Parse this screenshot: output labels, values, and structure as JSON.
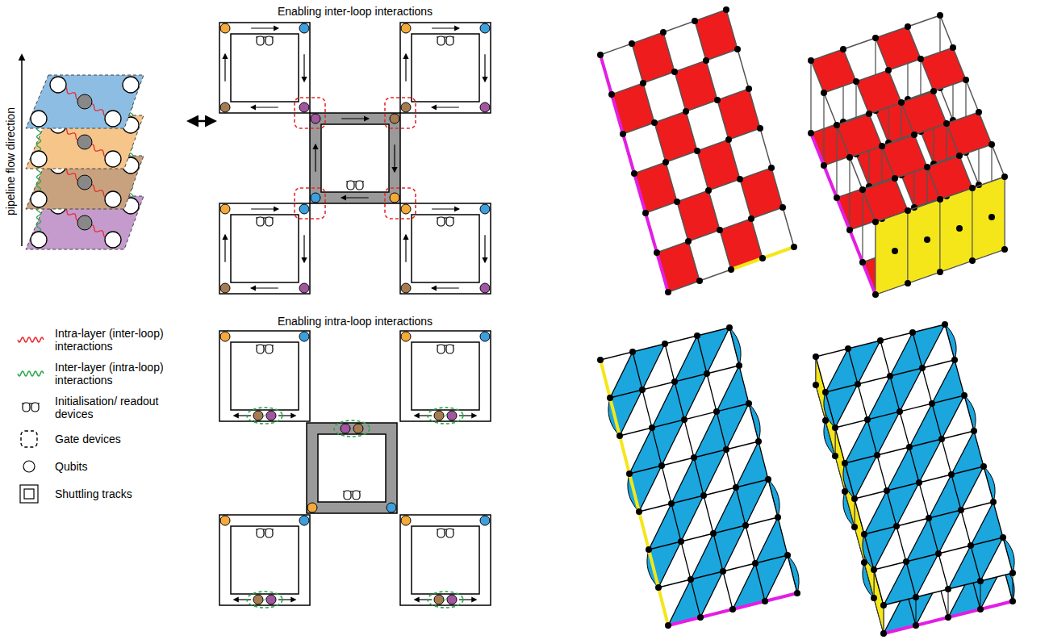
{
  "diagram": {
    "labels": [
      "pipeline flow direction",
      "Enabling inter-loop interactions",
      "Enabling intra-loop interactions"
    ],
    "legend": [
      {
        "text": "Intra-layer (inter-loop) interactions"
      },
      {
        "text": "Inter-layer (intra-loop) interactions"
      },
      {
        "text": "Initialisation/ readout devices"
      },
      {
        "text": "Gate devices"
      },
      {
        "text": "Qubits"
      },
      {
        "text": "Shuttling tracks"
      }
    ]
  }
}
